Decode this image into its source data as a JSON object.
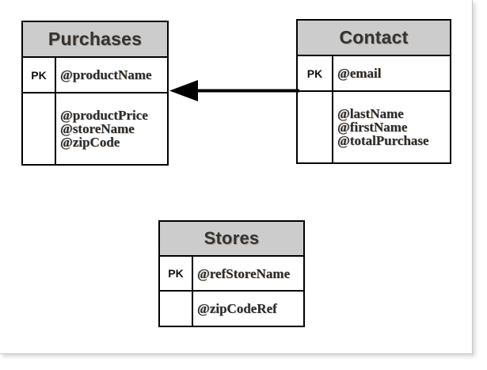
{
  "diagram": {
    "type": "entity-relationship-diagram",
    "background_color": "#ffffff",
    "header_fill": "#cccccc",
    "line_color": "#000000",
    "entities": [
      {
        "id": "purchases",
        "name": "Purchases",
        "key_label": "PK",
        "primary_key": "@productName",
        "attributes": [
          "@productPrice",
          "@storeName",
          "@zipCode"
        ]
      },
      {
        "id": "contact",
        "name": "Contact",
        "key_label": "PK",
        "primary_key": "@email",
        "attributes": [
          "@lastName",
          "@firstName",
          "@totalPurchase"
        ]
      },
      {
        "id": "stores",
        "name": "Stores",
        "key_label": "PK",
        "primary_key": "@refStoreName",
        "attributes": [
          "@zipCodeRef"
        ]
      }
    ],
    "relationships": [
      {
        "id": "contact-to-purchases",
        "from": "contact",
        "to": "purchases",
        "style": "solid-line",
        "arrowhead": "filled-triangle-at-target",
        "label": ""
      }
    ]
  }
}
